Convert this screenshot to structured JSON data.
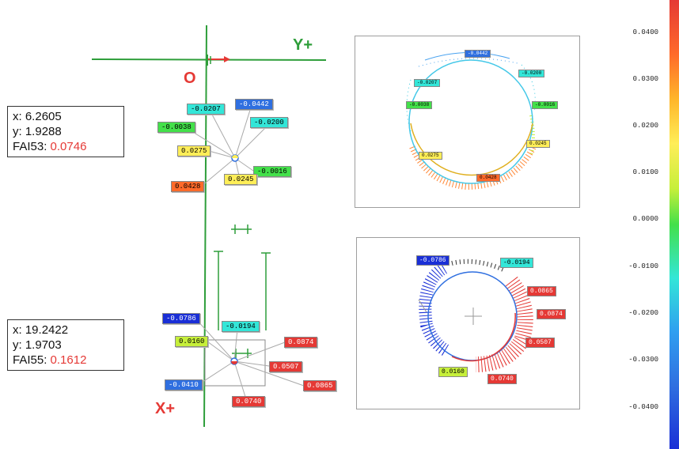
{
  "axes": {
    "y_plus": "Y+",
    "x_plus": "X+",
    "origin": "O"
  },
  "point1": {
    "x_label": "x: ",
    "x_value": "6.2605",
    "y_label": "y: ",
    "y_value": "1.9288",
    "fai_label": "FAI53: ",
    "fai_value": "0.0746",
    "tags": [
      "-0.0207",
      "-0.0442",
      "-0.0200",
      "-0.0038",
      "0.0275",
      "-0.0016",
      "0.0245",
      "0.0428"
    ]
  },
  "point2": {
    "x_label": "x: ",
    "x_value": "19.2422",
    "y_label": "y: ",
    "y_value": "1.9703",
    "fai_label": "FAI55: ",
    "fai_value": "0.1612",
    "tags": [
      "-0.0786",
      "-0.0194",
      "0.0160",
      "0.0874",
      "0.0507",
      "-0.0410",
      "0.0865",
      "0.0740"
    ]
  },
  "circle_top": {
    "tags": [
      "-0.0442",
      "-0.0200",
      "-0.0207",
      "-0.0016",
      "-0.0038",
      "0.0245",
      "0.0275",
      "0.0428"
    ]
  },
  "circle_bottom": {
    "tags": [
      "-0.0786",
      "-0.0194",
      "0.0865",
      "0.0874",
      "0.0507",
      "0.0160",
      "0.0740"
    ]
  },
  "scale": {
    "ticks": [
      "0.0400",
      "0.0300",
      "0.0200",
      "0.0100",
      "0.0000",
      "-0.0100",
      "-0.0200",
      "-0.0300",
      "-0.0400"
    ]
  },
  "colors": {
    "axis_green": "#2e9e3a",
    "red_label": "#e53935",
    "red": "#e53935",
    "orange": "#ff6a2a",
    "yellow": "#ffee58",
    "yellow_green": "#c6ef3a",
    "green": "#43e04a",
    "cyan": "#33e6d8",
    "blue": "#2f6fe0",
    "dark_blue": "#1a2fd6"
  }
}
